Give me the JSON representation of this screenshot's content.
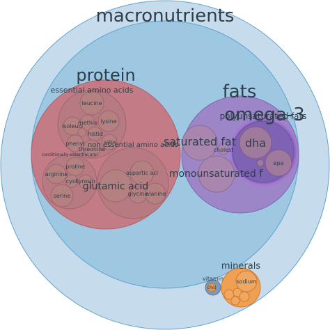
{
  "title": "macronutrients",
  "groups": {
    "protein": "protein",
    "essential_amino_acids": "essential amino acids",
    "non_essential_amino_acids": "non essential amino acids",
    "conditionally_essential": "conditionally essential ami",
    "fats": "fats",
    "omega3": "omega-3",
    "polyunsaturated": "polyunsaturated fats",
    "saturated": "saturated fat",
    "monounsaturated": "monounsaturated f",
    "cholesterol": "cholest",
    "minerals": "minerals",
    "vitamins": "vitamin"
  },
  "items": {
    "leucine": "leucine",
    "lysine": "lysine",
    "isoleucine": "isoleuci",
    "methionine": "methio",
    "histidine": "histid",
    "phenylalanine": "phenyl",
    "valine": "valine",
    "threonine": "threonine",
    "proline": "proline",
    "arginine": "arginine",
    "cystine": "cyst",
    "tyrosine": "tyrosin",
    "serine": "serine",
    "glutamic_acid": "glutamic acid",
    "aspartic_acid": "aspartic aci",
    "alanine": "alanine",
    "glycine": "glycine",
    "dha": "dha",
    "epa": "epa",
    "sodium": "sodium",
    "choline": "chol"
  },
  "colors": {
    "outer": "#c6dbeb",
    "macro": "#9ec7e2",
    "protein": "#c37c86",
    "fats": "#9c86c8",
    "omega3": "#7e62b4",
    "minerals": "#efa053",
    "leaf": "#b98181"
  }
}
